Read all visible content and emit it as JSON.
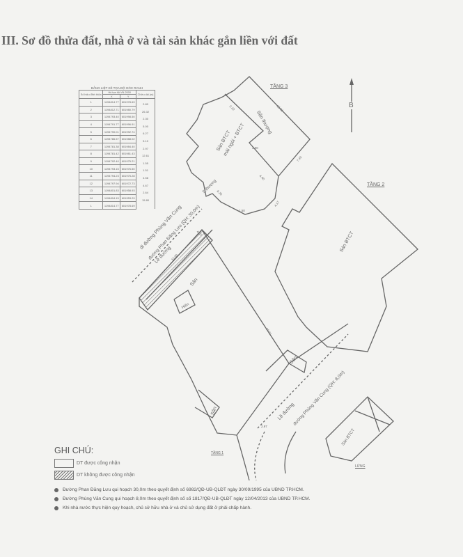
{
  "title": "III. Sơ đồ thửa đất, nhà ở và tài sản khác gắn liền với đất",
  "coord_table": {
    "caption": "BẢNG LIỆT KÊ TỌA ĐỘ GÓC RANH",
    "headers": [
      "Số hiệu đỉnh thửa",
      "Hệ tọa độ VN-2000",
      "Chiều dài (m)"
    ],
    "subheaders": [
      "X",
      "Y"
    ],
    "rows": [
      [
        "1",
        "1194814.77",
        "601978.69"
      ],
      [
        "2",
        "1194812.71",
        "601980.79"
      ],
      [
        "3",
        "1194793.40",
        "601998.50"
      ],
      [
        "4",
        "1194791.77",
        "601996.91"
      ],
      [
        "5",
        "1194790.01",
        "601992.74"
      ],
      [
        "6",
        "1194786.57",
        "601988.02"
      ],
      [
        "7",
        "1194781.38",
        "601984.40"
      ],
      [
        "8",
        "1194781.42",
        "601981.43"
      ],
      [
        "9",
        "1194792.40",
        "601975.21"
      ],
      [
        "10",
        "1194793.15",
        "601976.50"
      ],
      [
        "11",
        "1194794.23",
        "601975.28"
      ],
      [
        "12",
        "1194797.94",
        "601972.73"
      ],
      [
        "13",
        "1194801.83",
        "601958.93"
      ],
      [
        "14",
        "1194804.15",
        "601953.29"
      ],
      [
        "1",
        "1194814.77",
        "601978.69"
      ]
    ],
    "lengths": [
      "2.80",
      "26.32",
      "2.30",
      "5.00",
      "6.27",
      "5.10",
      "2.97",
      "12.61",
      "1.55",
      "1.51",
      "4.58",
      "4.67",
      "2.64",
      "15.80"
    ]
  },
  "plan": {
    "floor3": "TẦNG 3",
    "floor2": "TẦNG 2",
    "floor1": "TẦNG 1",
    "mezzanine": "LỬNG",
    "north": "B",
    "labels": {
      "san_thuong": "Sân thượng",
      "san_btct_roof": "Sàn BTCT",
      "mai_ngoi": "mái ngói + BTCT",
      "s_thuong": "S.thượng",
      "san_btct_f2": "Sàn BTCT",
      "san_btct_lung": "Sàn BTCT",
      "san1": "Sân",
      "san2": "Sân",
      "san3": "Sân",
      "hien": "Hiên",
      "le_duong1": "Lề đường",
      "le_duong2": "Lề đường",
      "road1": "đi đường Phùng Văn Cung",
      "road2": "đường Phan Đăng Lưu (QH: 30,0m)",
      "road3": "đường Phùng Văn Cung (QH: 8,0m)"
    },
    "dims": [
      "15.61",
      "7.40",
      "2.22",
      "3.00",
      "4.40",
      "15.80",
      "4.31",
      "15.61",
      "2.97",
      "1.50",
      "4.17",
      "6.20"
    ]
  },
  "legend": {
    "heading": "GHI CHÚ:",
    "items": [
      "DT được công nhận",
      "DT không được công nhận"
    ]
  },
  "notes": [
    "Đường Phan Đăng Lưu qui hoạch 30,0m theo quyết định số 6982/QĐ-UB-QLĐT ngày 30/09/1995 của UBND TP.HCM.",
    "Đường Phùng Văn Cung qui hoạch 8,0m theo quyết định số số 1817/QĐ-UB-QLĐT ngày 12/04/2013 của UBND TP.HCM.",
    "Khi nhà nước thực hiện quy hoạch, chủ sở hữu nhà ở và chủ sử dụng đất ở phải chấp hành."
  ]
}
